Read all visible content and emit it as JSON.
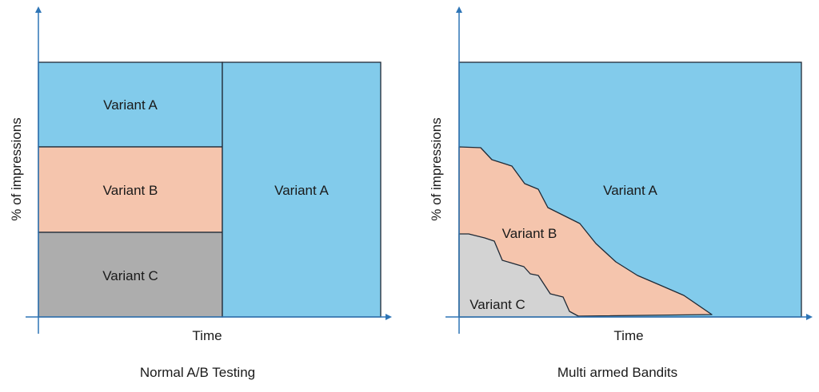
{
  "left_panel": {
    "ylabel": "% of impressions",
    "xlabel": "Time",
    "caption": "Normal A/B Testing",
    "regions": [
      {
        "label": "Variant A",
        "color": "#82cbeb"
      },
      {
        "label": "Variant B",
        "color": "#f5c5ad"
      },
      {
        "label": "Variant C",
        "color": "#adadad"
      },
      {
        "label": "Variant A",
        "color": "#82cbeb"
      }
    ]
  },
  "right_panel": {
    "ylabel": "% of impressions",
    "xlabel": "Time",
    "caption": "Multi armed Bandits",
    "regions": [
      {
        "label": "Variant A",
        "color": "#82cbeb"
      },
      {
        "label": "Variant B",
        "color": "#f5c5ad"
      },
      {
        "label": "Variant C",
        "color": "#d3d3d3"
      }
    ]
  },
  "colors": {
    "axis": "#2e75b6",
    "outline": "#1f2a36"
  }
}
